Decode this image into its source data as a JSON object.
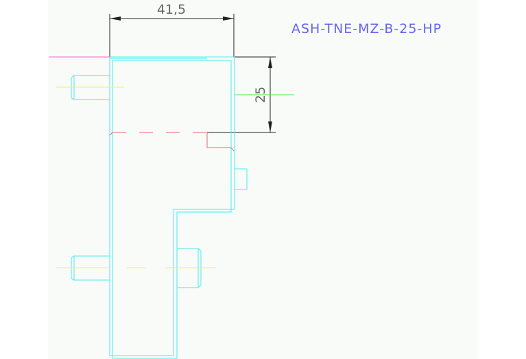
{
  "drawing": {
    "part_number": "ASH-TNE-MZ-B-25-HP",
    "dimensions": {
      "width_label": "41,5",
      "height_label": "25"
    },
    "colors": {
      "outline": "#44eef0",
      "dimension": "#222222",
      "centerline": "#f0f060",
      "hidden": "#ee6666",
      "title": "#6666ee"
    }
  }
}
